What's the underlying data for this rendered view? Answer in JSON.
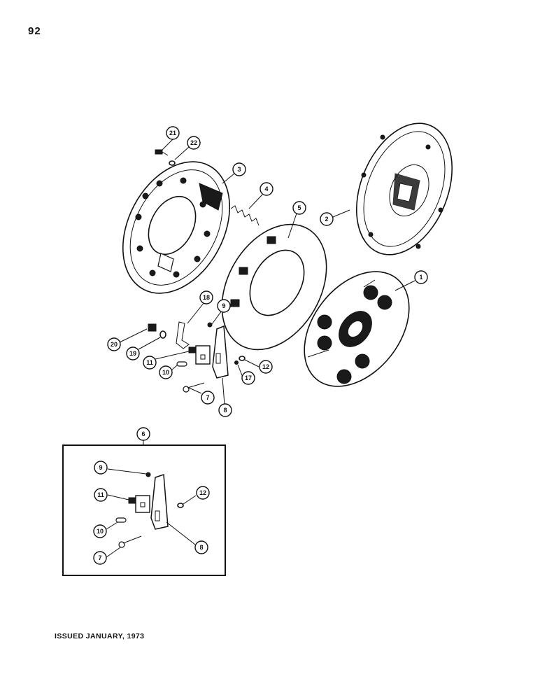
{
  "page": {
    "number": "92",
    "issued": "ISSUED JANUARY, 1973"
  },
  "callouts": {
    "main": [
      {
        "id": "21",
        "text": "21"
      },
      {
        "id": "22",
        "text": "22"
      },
      {
        "id": "3",
        "text": "3"
      },
      {
        "id": "4",
        "text": "4"
      },
      {
        "id": "5",
        "text": "5"
      },
      {
        "id": "2",
        "text": "2"
      },
      {
        "id": "1",
        "text": "1"
      },
      {
        "id": "18",
        "text": "18"
      },
      {
        "id": "9",
        "text": "9"
      },
      {
        "id": "20",
        "text": "20"
      },
      {
        "id": "19",
        "text": "19"
      },
      {
        "id": "11",
        "text": "11"
      },
      {
        "id": "10",
        "text": "10"
      },
      {
        "id": "12",
        "text": "12"
      },
      {
        "id": "17",
        "text": "17"
      },
      {
        "id": "7",
        "text": "7"
      },
      {
        "id": "8",
        "text": "8"
      }
    ],
    "kit": [
      {
        "id": "6",
        "text": "6"
      },
      {
        "id": "9",
        "text": "9"
      },
      {
        "id": "11",
        "text": "11"
      },
      {
        "id": "12",
        "text": "12"
      },
      {
        "id": "10",
        "text": "10"
      },
      {
        "id": "7",
        "text": "7"
      },
      {
        "id": "8",
        "text": "8"
      }
    ]
  }
}
